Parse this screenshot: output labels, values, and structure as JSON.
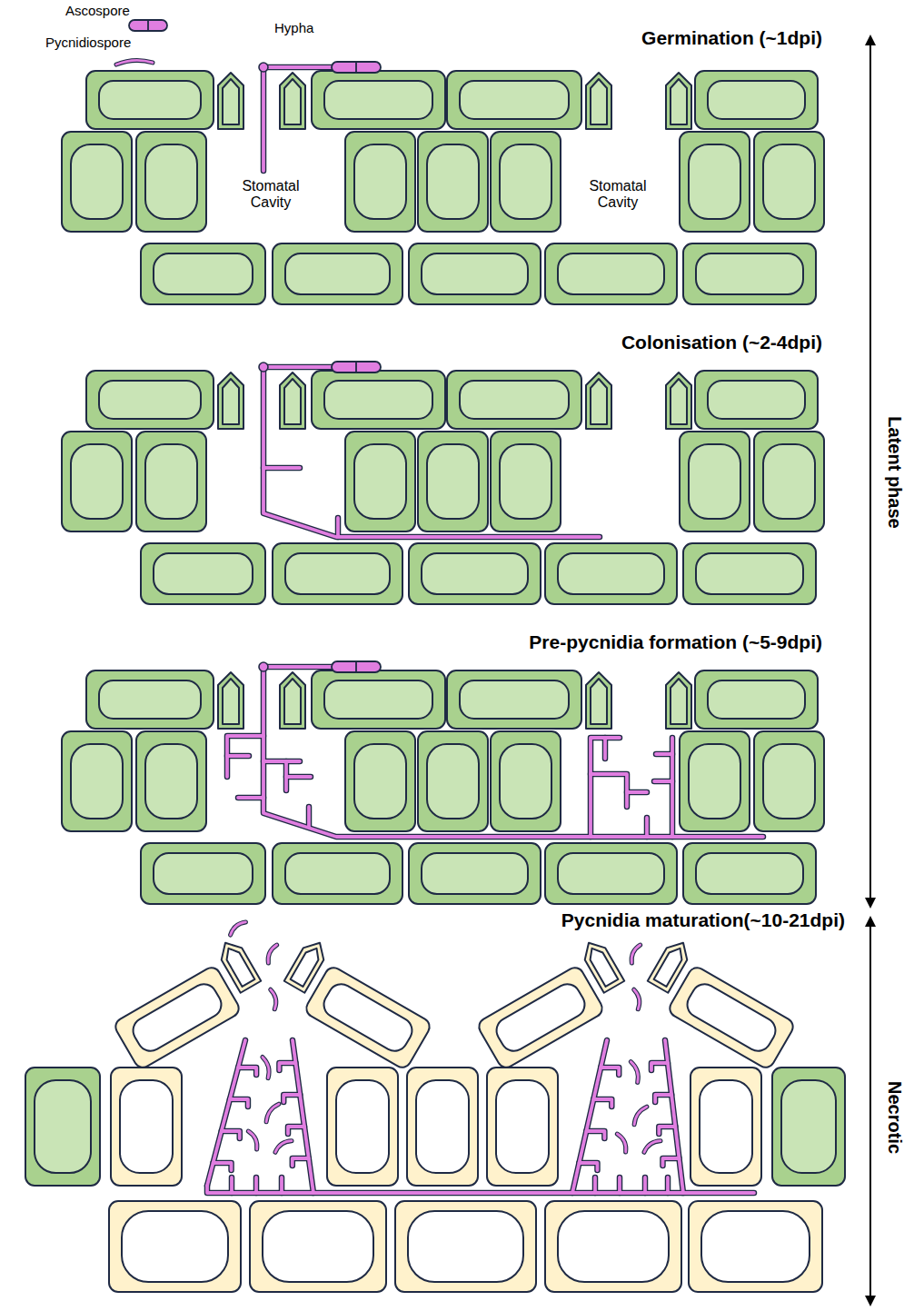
{
  "diagram": {
    "labels": [
      "Ascospore",
      "Pycnidiospore",
      "Hypha",
      "Germination (~1dpi)",
      "Stomatal Cavity",
      "Stomatal Cavity",
      "Colonisation (~2-4dpi)",
      "Pre-pycnidia formation (~5-9dpi)",
      "Latent phase",
      "Pycnidia maturation(~10-21dpi)",
      "Necrotic"
    ]
  }
}
